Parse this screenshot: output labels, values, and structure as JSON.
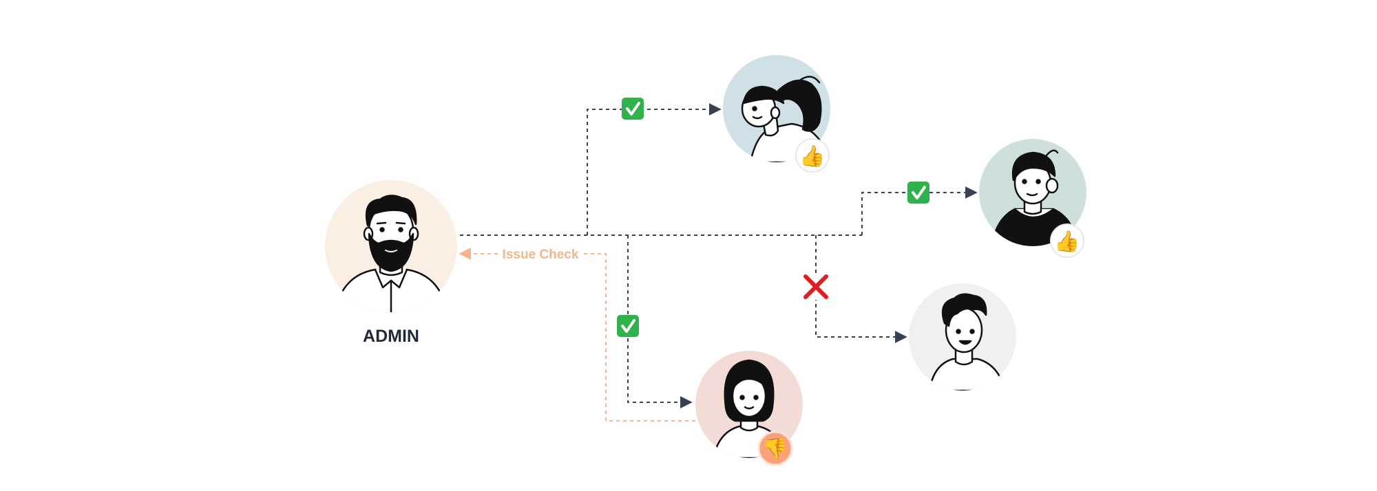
{
  "admin": {
    "label": "ADMIN"
  },
  "connector": {
    "label": "Issue Check"
  },
  "colors": {
    "line": "#374151",
    "issue": "#f6b48a",
    "check_bg": "#2fb24c",
    "cross": "#e11d22",
    "thumb": "#f4b400",
    "thumb_down_bg": "#f9a27a"
  },
  "nodes": [
    {
      "name": "woman-ponytail-avatar",
      "status": "check",
      "reaction": "thumbs-up"
    },
    {
      "name": "man-hoodie-avatar",
      "status": "check",
      "reaction": "thumbs-up"
    },
    {
      "name": "man-curly-hair-avatar",
      "status": "cross",
      "reaction": "none"
    },
    {
      "name": "woman-bob-hair-avatar",
      "status": "check",
      "reaction": "thumbs-down"
    }
  ]
}
